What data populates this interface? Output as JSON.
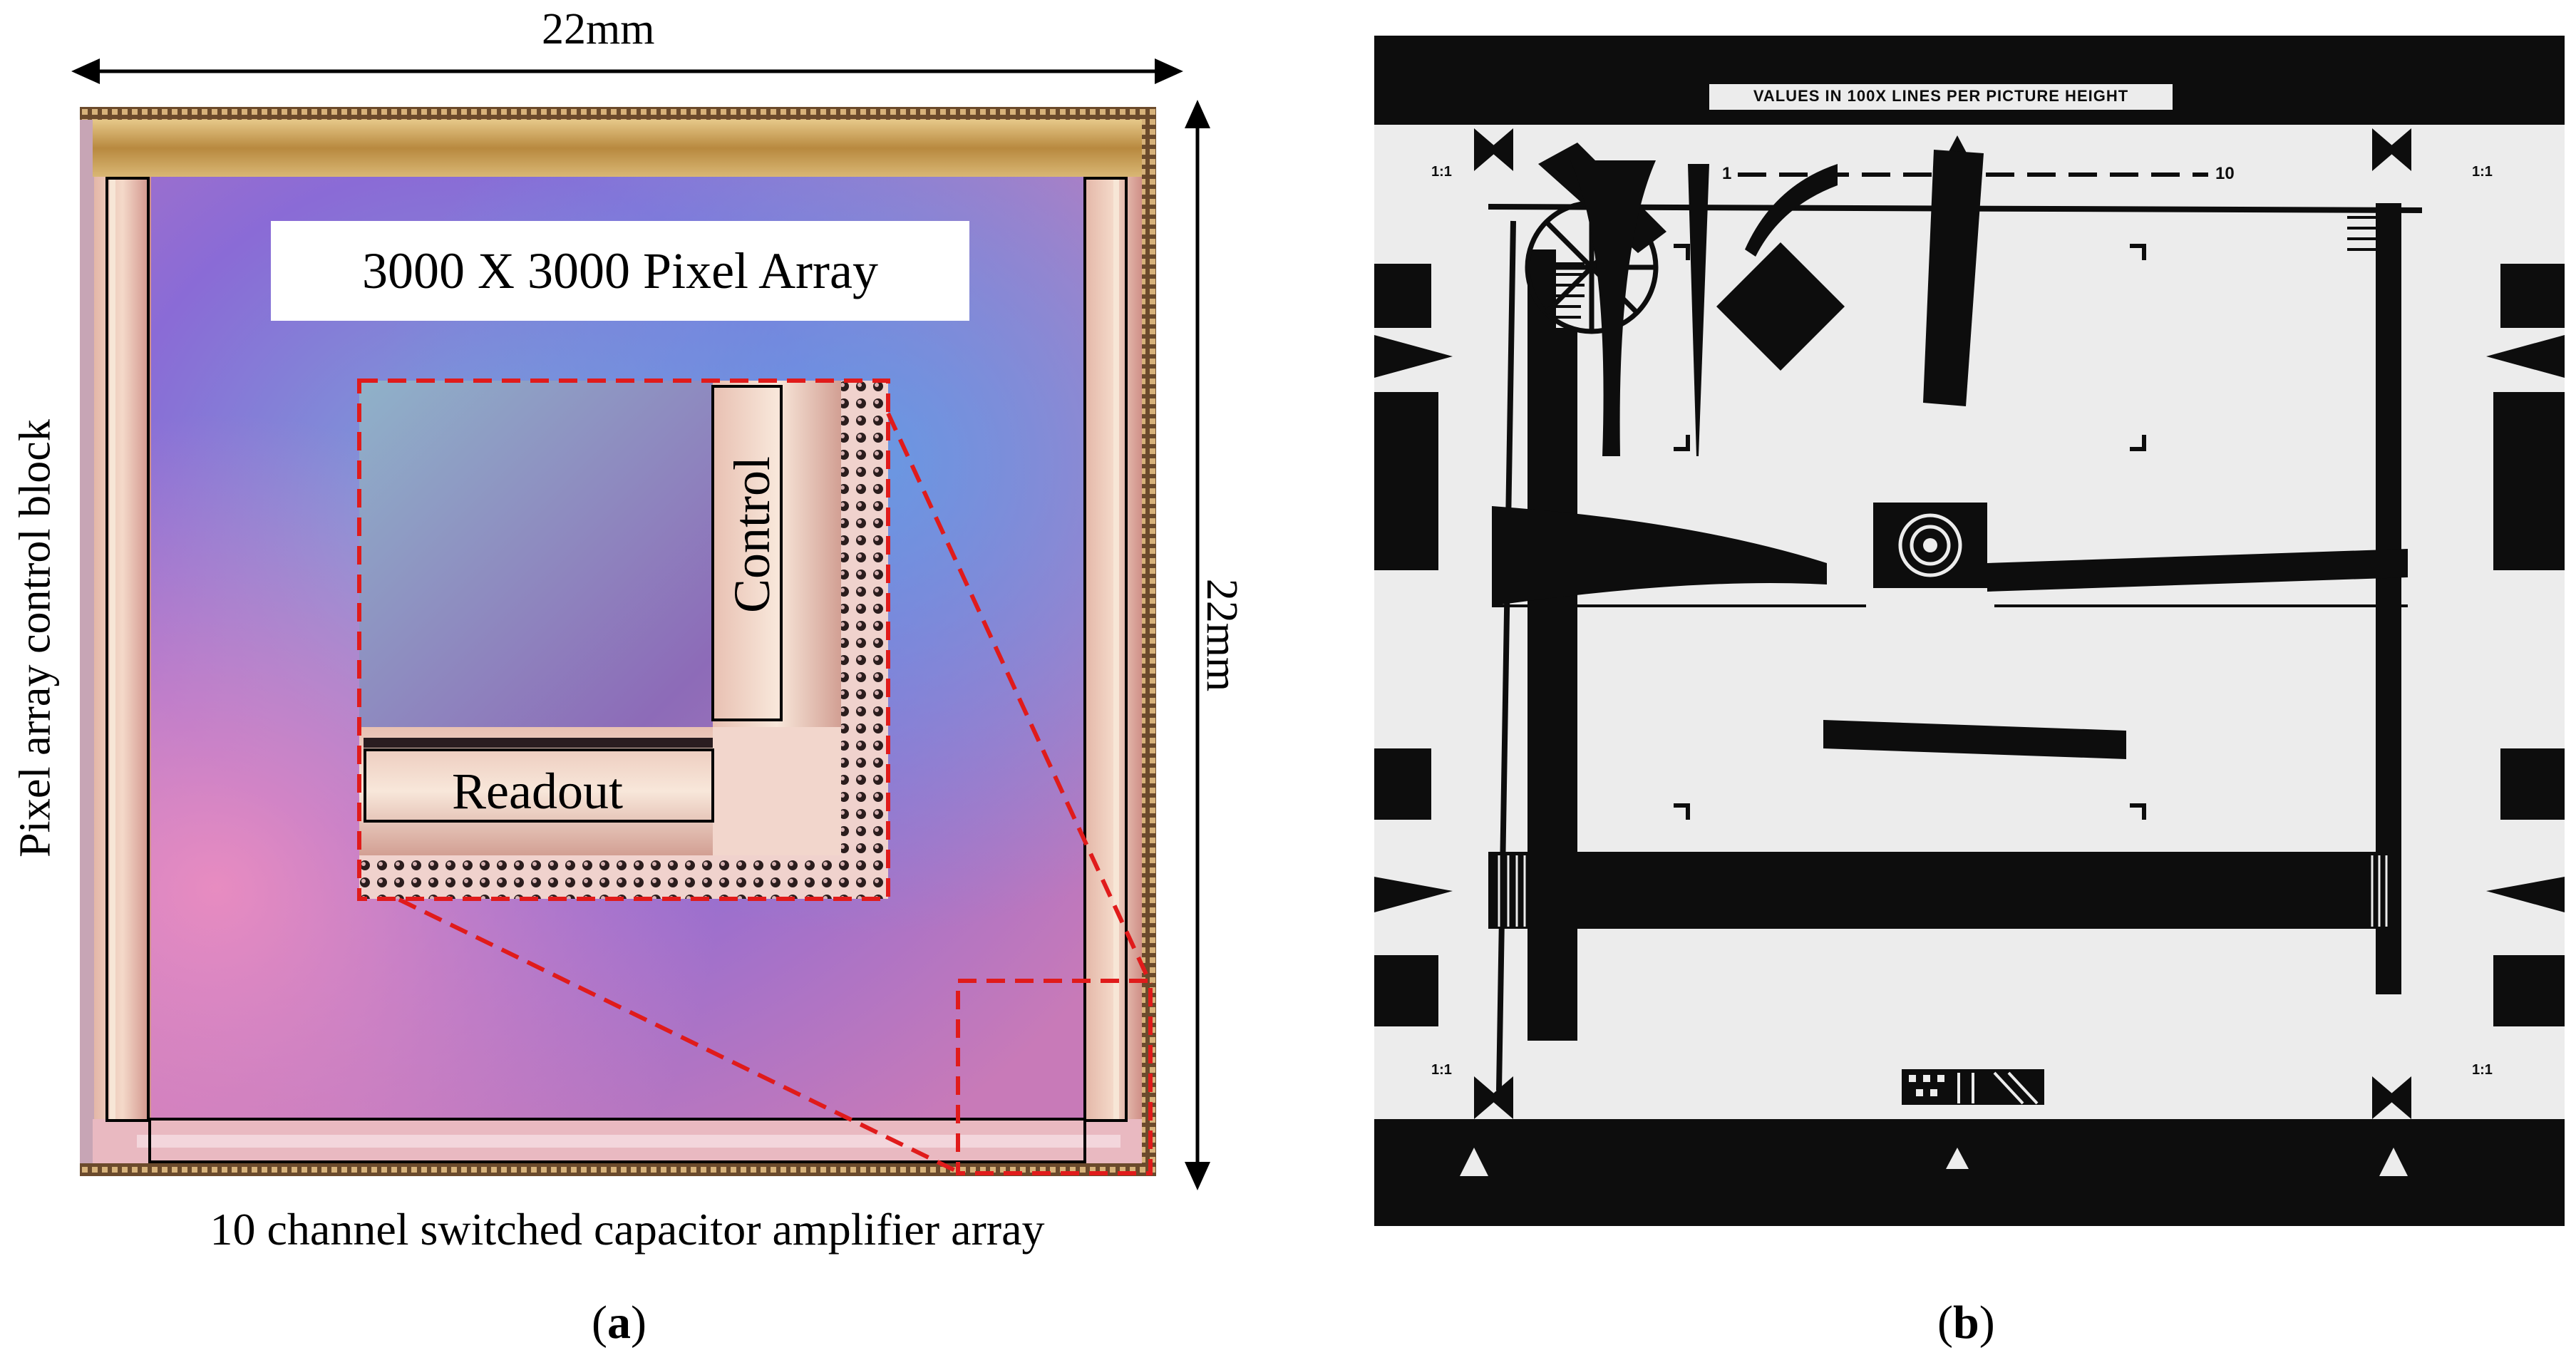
{
  "panel_a": {
    "width_dimension": "22mm",
    "height_dimension": "22mm",
    "pixel_array_label": "3000 X 3000 Pixel Array",
    "control_label": "Control",
    "readout_label": "Readout",
    "left_side_label": "Pixel array control block",
    "bottom_label": "10 channel switched capacitor amplifier array",
    "panel_letter_open": "(",
    "panel_letter": "a",
    "panel_letter_close": ")"
  },
  "panel_b": {
    "chart_header": "VALUES IN 100X LINES PER PICTURE HEIGHT",
    "scale_start": "1",
    "scale_end": "10",
    "corner_mark": "1:1",
    "panel_letter_open": "(",
    "panel_letter": "b",
    "panel_letter_close": ")"
  },
  "colors": {
    "dashed_outline": "#e01b1b",
    "chip_gold": "#c9a15a",
    "chip_purple": "#8a6bd6"
  }
}
